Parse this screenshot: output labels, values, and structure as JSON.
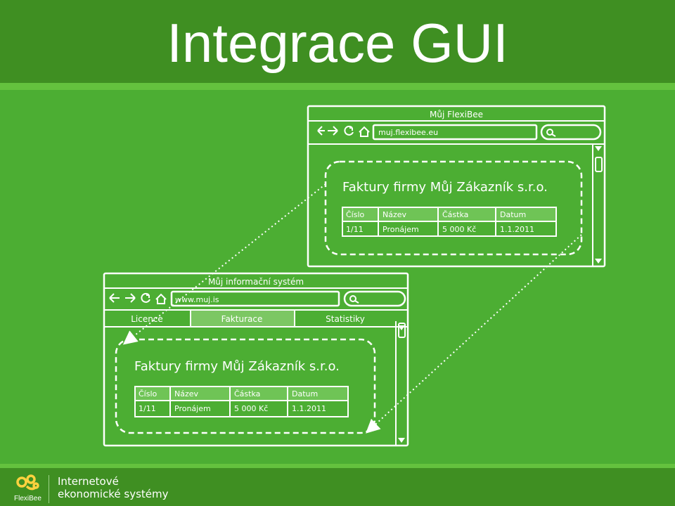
{
  "slide": {
    "title": "Integrace GUI"
  },
  "browser_top": {
    "window_title": "Můj FlexiBee",
    "url": "muj.flexibee.eu",
    "heading": "Faktury firmy Můj Zákazník s.r.o.",
    "table": {
      "headers": [
        "Číslo",
        "Název",
        "Částka",
        "Datum"
      ],
      "rows": [
        [
          "1/11",
          "Pronájem",
          "5 000 Kč",
          "1.1.2011"
        ]
      ]
    }
  },
  "browser_bottom": {
    "window_title": "Můj informační systém",
    "url": "www.muj.is",
    "tabs": [
      "Licence",
      "Fakturace",
      "Statistiky"
    ],
    "active_tab": "Fakturace",
    "heading": "Faktury firmy Můj Zákazník s.r.o.",
    "table": {
      "headers": [
        "Číslo",
        "Název",
        "Částka",
        "Datum"
      ],
      "rows": [
        [
          "1/11",
          "Pronájem",
          "5 000 Kč",
          "1.1.2011"
        ]
      ]
    }
  },
  "footer": {
    "logo_text": "FlexiBee",
    "line1": "Internetové",
    "line2": "ekonomické systémy"
  },
  "colors": {
    "background": "#4cae33",
    "band": "#3f8f22",
    "accent_line": "#64c23e",
    "logo": "#ffd23f"
  },
  "icons": [
    "back-arrow-icon",
    "forward-arrow-icon",
    "refresh-icon",
    "home-icon",
    "search-icon",
    "scroll-up-icon",
    "scroll-down-icon"
  ]
}
